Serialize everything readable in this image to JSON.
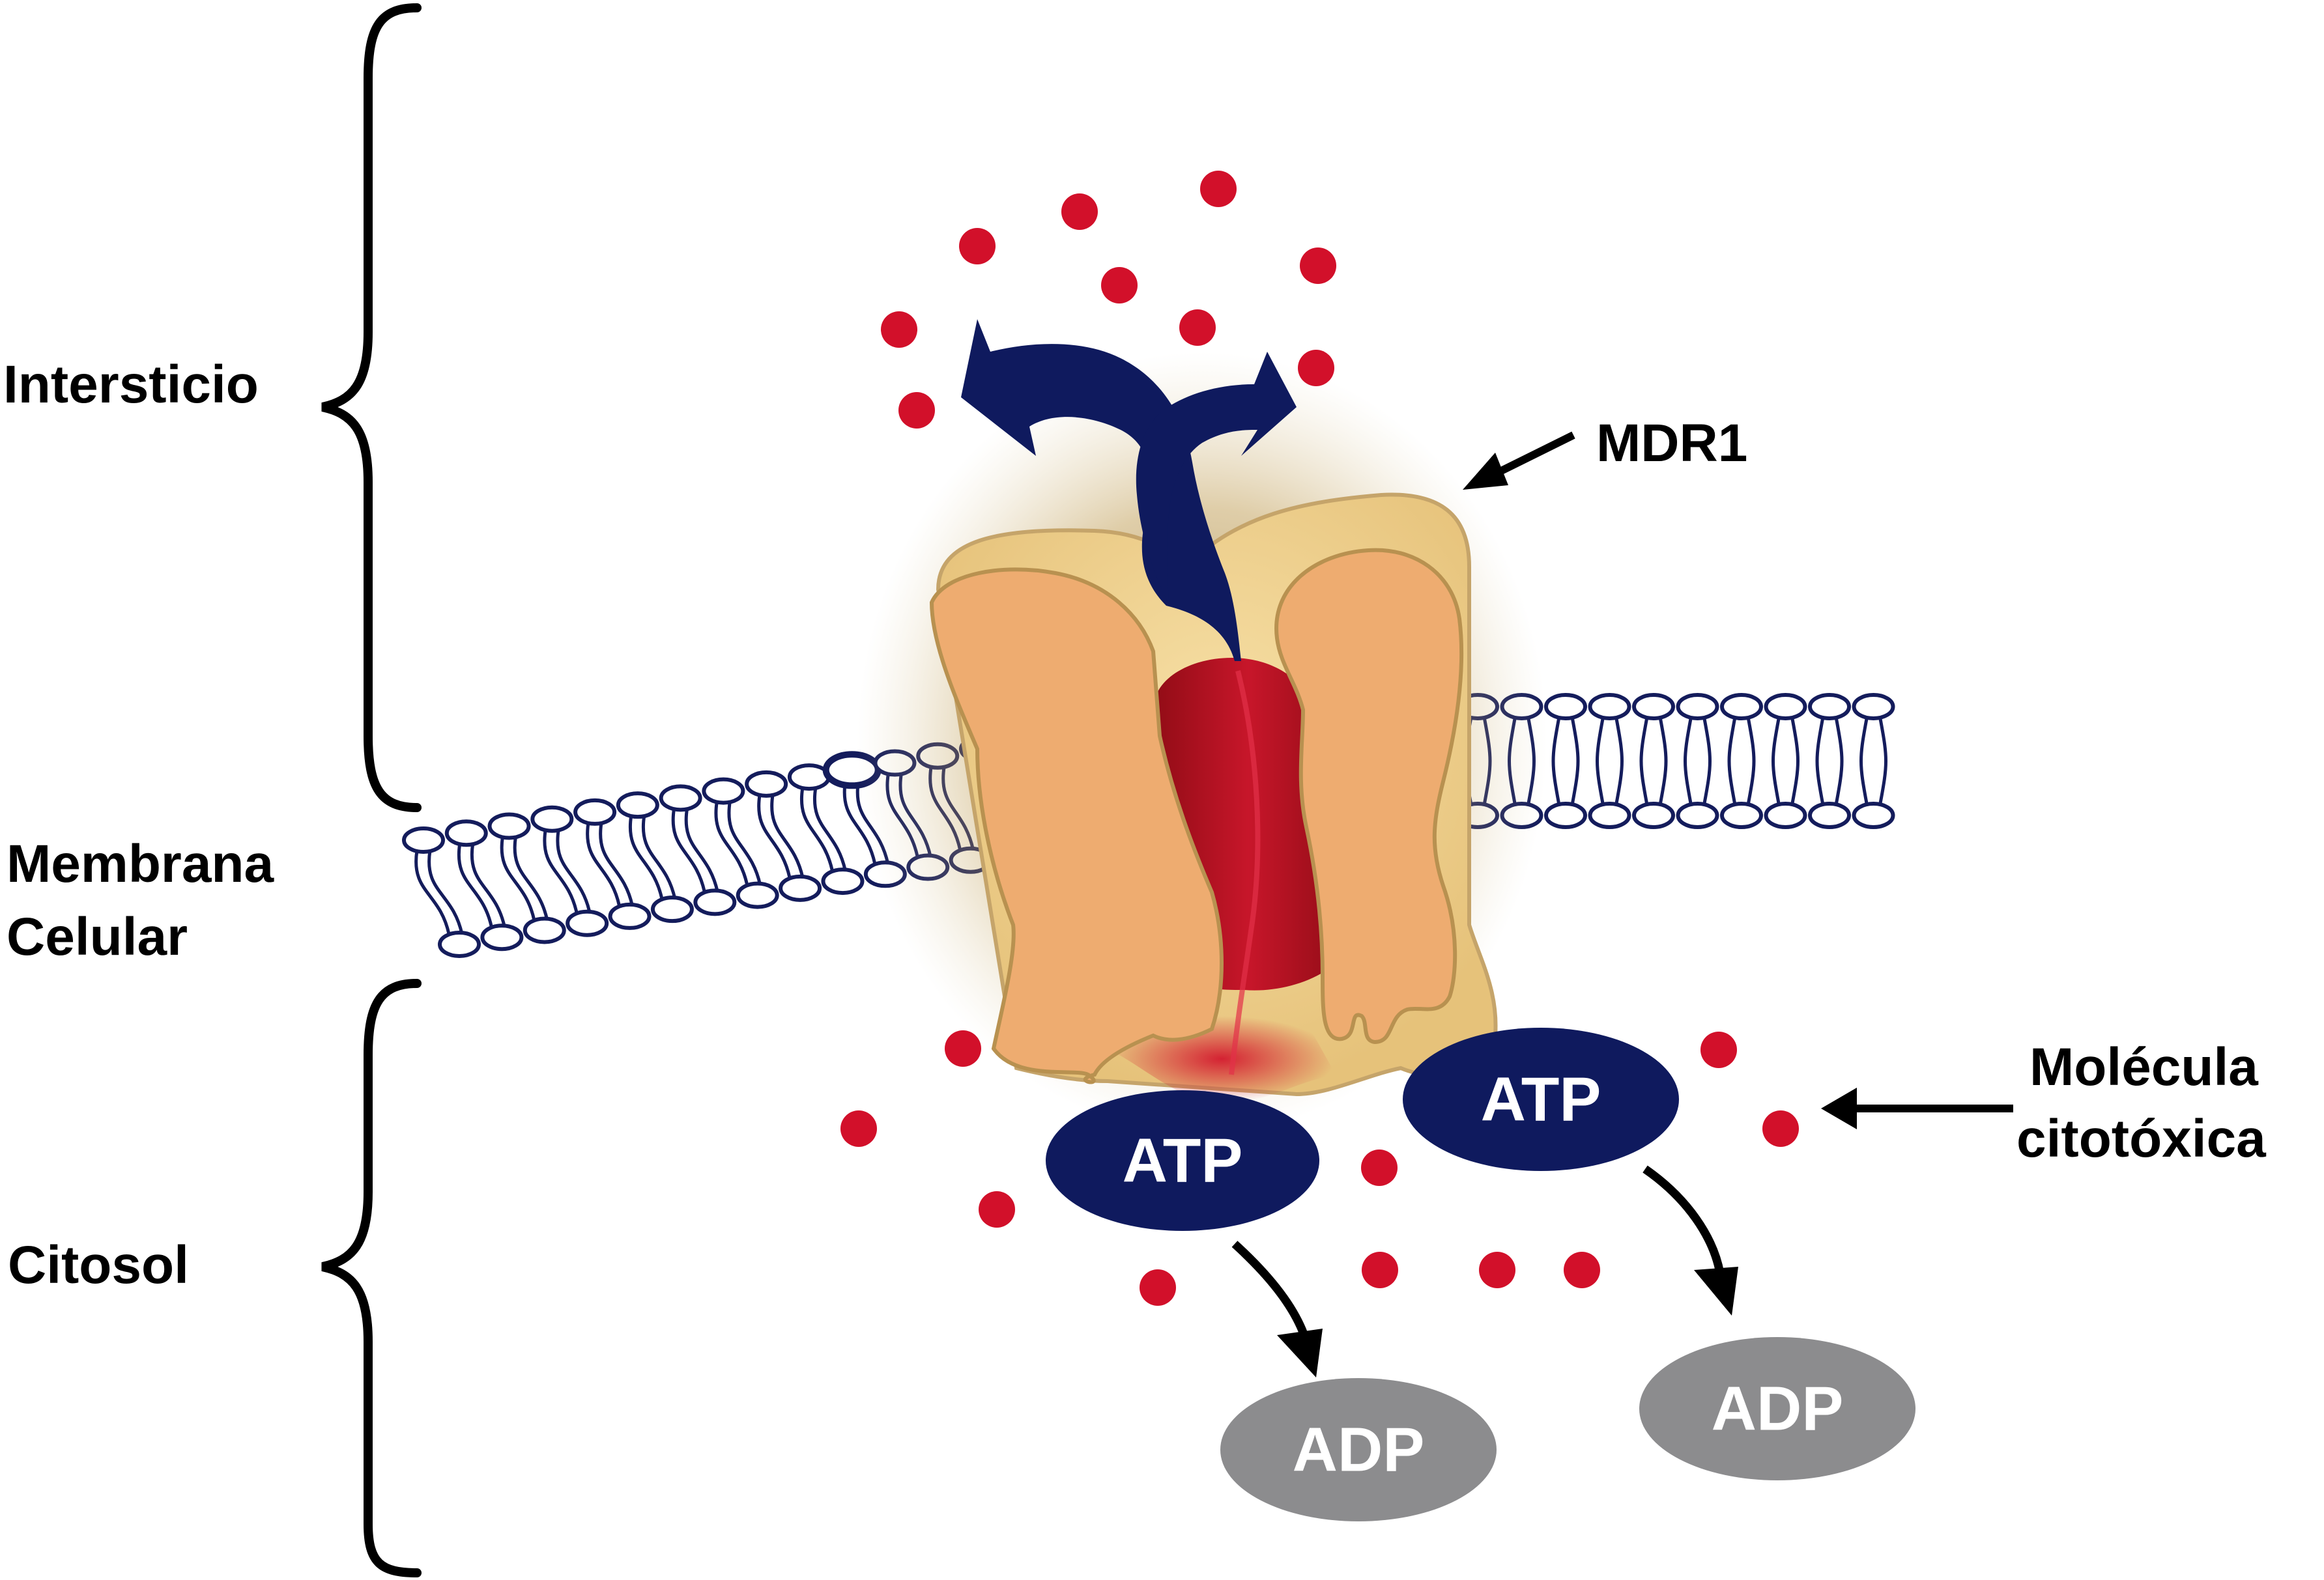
{
  "labels": {
    "intersticio": "Intersticio",
    "membrana_line1": "Membrana",
    "membrana_line2": "Celular",
    "citosol": "Citosol",
    "mdr1": "MDR1",
    "molecula_line1": "Molécula",
    "molecula_line2": "citotóxica"
  },
  "atp_labels": [
    "ATP",
    "ATP"
  ],
  "adp_labels": [
    "ADP",
    "ADP"
  ],
  "colors": {
    "bracket": "#000000",
    "membrane_stroke": "#141c5c",
    "molecule": "#d2102a",
    "atp_fill": "#0f1a5e",
    "adp_fill": "#8c8c8e",
    "protein_outer": "#eeac70",
    "protein_back": "#f2d596",
    "protein_core": "#a5101c",
    "efflux_arrow": "#0f1a5e"
  },
  "icons": {
    "efflux": "efflux-arrows-icon",
    "pointer": "arrow-pointer-icon",
    "reaction": "curved-arrow-icon"
  }
}
